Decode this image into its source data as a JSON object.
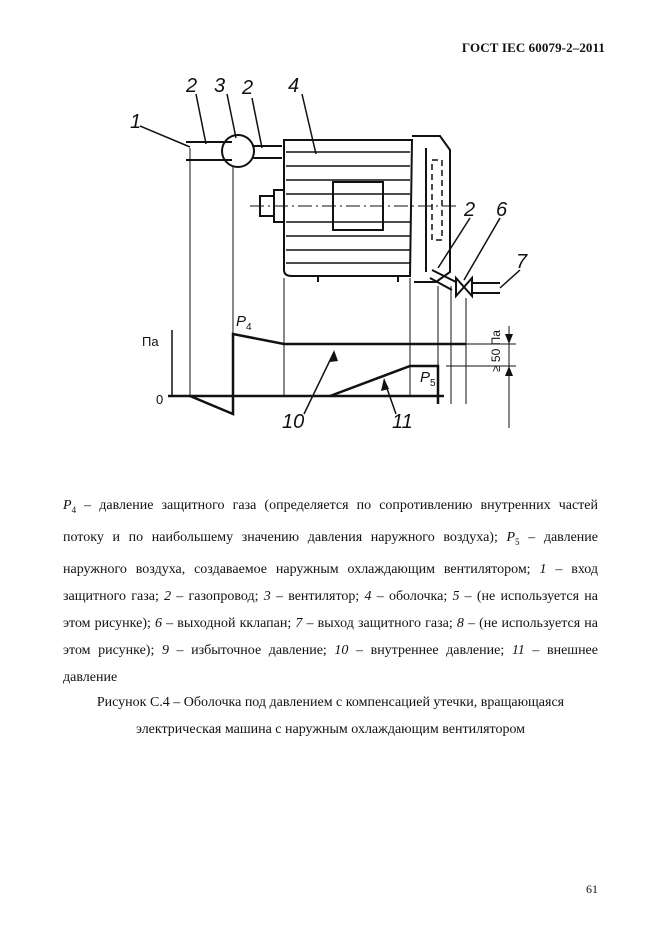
{
  "header": {
    "standard": "ГОСТ IEC 60079-2–2011"
  },
  "figure": {
    "callouts": [
      "1",
      "2",
      "3",
      "2",
      "4",
      "2",
      "6",
      "7",
      "10",
      "11"
    ],
    "axis_unit": "Па",
    "zero": "0",
    "p4_base": "P",
    "p4_sub": "4",
    "p5_base": "P",
    "p5_sub": "5",
    "min_pressure": "≥ 50 Па"
  },
  "legend": {
    "p4_sym": "P",
    "p4_sub": "4",
    "p4_text": " – давление защитного газа (определяется по сопротивлению внутренних частей потоку и по наибольшему значению давления наружного воздуха); ",
    "p5_sym": "P",
    "p5_sub": "5",
    "p5_text": " – давление наружного воздуха, создаваемое наружным охлаждающим вентилятором; ",
    "items": [
      {
        "num": "1",
        "text": " – вход защитного газа; "
      },
      {
        "num": "2",
        "text": " – газопровод; "
      },
      {
        "num": "3",
        "text": " – вентилятор; "
      },
      {
        "num": "4",
        "text": " – оболочка; "
      },
      {
        "num": "5",
        "text": " – (не используется на этом рисунке); "
      },
      {
        "num": "6",
        "text": " – выходной кклапан; "
      },
      {
        "num": "7",
        "text": " – выход защитного газа; "
      },
      {
        "num": "8",
        "text": " – (не используется на этом рисунке); "
      },
      {
        "num": "9",
        "text": " – избыточное давление; "
      },
      {
        "num": "10",
        "text": " – внутреннее давление; "
      },
      {
        "num": "11",
        "text": " – внешнее давление"
      }
    ]
  },
  "caption": {
    "text": "Рисунок С.4 – Оболочка под давлением с компенсацией утечки, вращающаяся электрическая машина с наружным охлаждающим вентилятором"
  },
  "page_number": "61"
}
